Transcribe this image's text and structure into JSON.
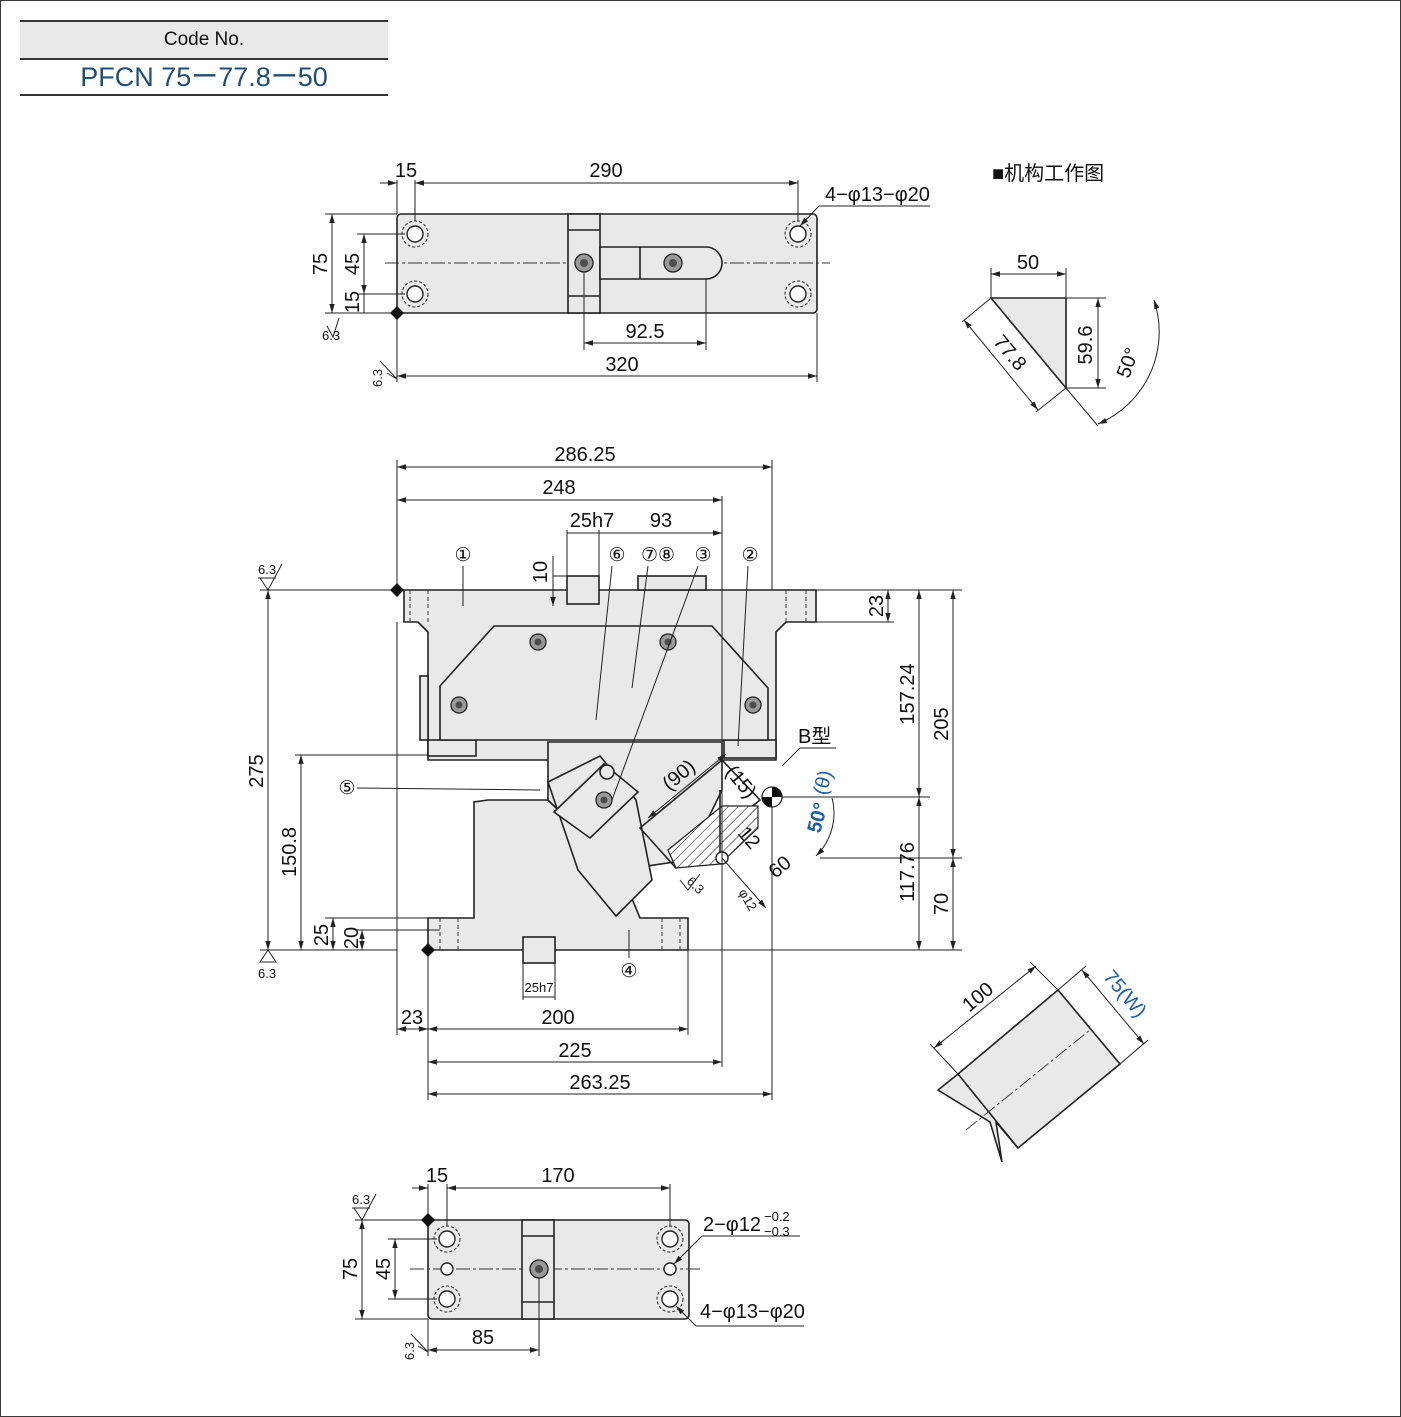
{
  "code_box": {
    "header": "Code No.",
    "value": "PFCN 75ー77.8ー50"
  },
  "top_view": {
    "dims": {
      "d15": "15",
      "d290": "290",
      "d75": "75",
      "d45": "45",
      "d15b": "15",
      "d92_5": "92.5",
      "d320": "320"
    },
    "hole_note": "4−φ13−φ20",
    "roughness": [
      "6.3",
      "6.3"
    ]
  },
  "front_view": {
    "dims": {
      "d286_25": "286.25",
      "d248": "248",
      "d25h7": "25h7",
      "d93": "93",
      "d10": "10",
      "d23r": "23",
      "d157_24": "157.24",
      "d205": "205",
      "d275": "275",
      "d150_8": "150.8",
      "d117_76": "117.76",
      "d70": "70",
      "d25": "25",
      "d20": "20",
      "d23b": "23",
      "d200": "200",
      "d225": "225",
      "d263_25": "263.25",
      "d25h7b": "25h7",
      "d90": "(90)",
      "d15p": "(15)",
      "d12": "12",
      "d60": "60",
      "dphi12": "φ12"
    },
    "part_numbers": [
      "①",
      "⑥",
      "⑦⑧",
      "③",
      "②",
      "⑤",
      "④"
    ],
    "b_type": "B型",
    "angle_value": "50°",
    "angle_theta": "(θ)",
    "roughness": [
      "6.3",
      "6.3",
      "6.3"
    ]
  },
  "bottom_view": {
    "dims": {
      "d15": "15",
      "d170": "170",
      "d75": "75",
      "d45": "45",
      "d85": "85"
    },
    "pin_note": "2−φ12",
    "pin_tol_upper": "−0.2",
    "pin_tol_lower": "−0.3",
    "hole_note": "4−φ13−φ20",
    "roughness": [
      "6.3",
      "6.3"
    ]
  },
  "mechanism": {
    "title": "■机构工作图",
    "dims": {
      "d50": "50",
      "d77_8": "77.8",
      "d59_6": "59.6",
      "angle": "50°"
    }
  },
  "workpiece": {
    "length": "100",
    "width": "75(W)"
  },
  "colors": {
    "part_fill": "#e9e9ea",
    "accent_blue": "#1f5fa8",
    "code_blue": "#1f4e79"
  }
}
